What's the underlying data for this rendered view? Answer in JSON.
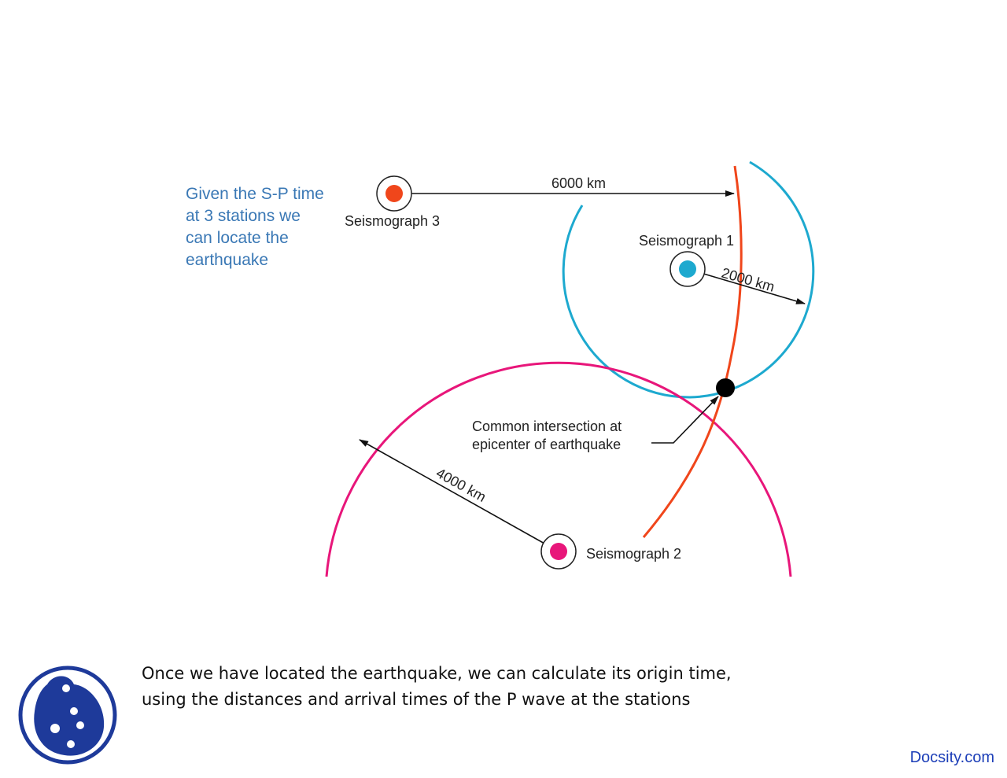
{
  "intro_lines": [
    "Given the S-P time",
    "at 3 stations we",
    "can locate the",
    "earthquake"
  ],
  "diagram": {
    "station1": {
      "label": "Seismograph 1",
      "distance": "2000 km",
      "color": "#1da9cf"
    },
    "station2": {
      "label": "Seismograph 2",
      "distance": "4000 km",
      "color": "#e8167a"
    },
    "station3": {
      "label": "Seismograph 3",
      "distance": "6000 km",
      "color": "#f0461b"
    },
    "epicenter_lines": [
      "Common intersection at",
      "epicenter of earthquake"
    ]
  },
  "caption_lines": [
    "Once we have located the earthquake, we can calculate its origin time,",
    "using the distances and arrival times of the P wave at the stations"
  ],
  "brand": "Docsity.com",
  "colors": {
    "intro_text": "#3a78b5",
    "brand_text": "#1d3fb8",
    "logo": "#1e3a9a"
  }
}
